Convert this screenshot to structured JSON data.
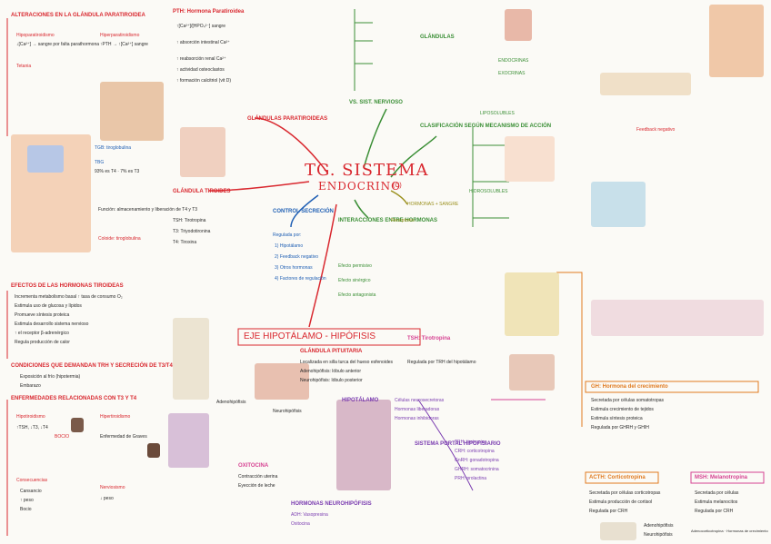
{
  "center": {
    "title": "TG. SISTEMA",
    "subtitle": "ENDOCRINO",
    "part": "(C)"
  },
  "left_col": {
    "alteraciones": "ALTERACIONES EN LA GLÁNDULA PARATIROIDEA",
    "hipoparatiroidismo": "Hipoparatiroidismo",
    "hiperparatiroidismo": "Hiperparatiroidismo",
    "hipo_detail": "↓[Ca²⁺] → sangre por falta parathormona",
    "hiper_detail": "↑PTH → ↑[Ca²⁺] sangre",
    "tetania": "Tetania",
    "efectos": "EFECTOS DE LAS HORMONAS TIROIDEAS",
    "efectos_items": [
      "Incrementa metabolismo basal ↑ tasa de consumo O₂",
      "Estimula uso de glucosa y lípidos",
      "Promueve síntesis proteica",
      "Estimula desarrollo sistema nervioso",
      "↑ el receptor β-adrenérgico",
      "Regula producción de calor"
    ],
    "condiciones": "CONDICIONES QUE DEMANDAN TRH Y SECRECIÓN DE T3/T4",
    "frio": "Exposición al frío (hipotermia)",
    "embarazo": "Embarazo",
    "enfermedades": "ENFERMEDADES RELACIONADAS CON T3 Y T4",
    "hipotiroidismo": "Hipotiroidismo",
    "hipertiroidismo": "Hipertiroidismo",
    "consecuencias": "Consecuencias",
    "cons_items": [
      "Cansancio",
      "↑ peso",
      "Bocio"
    ],
    "tsh_t3": "↑TSH, ↓T3, ↓T4",
    "bocio": "BOCIO",
    "graves": "Enfermedad de Graves",
    "nerv": "Nerviosismo",
    "peso_down": "↓ peso"
  },
  "tiroides": {
    "tgb_label": "TGB: tiroglobulina",
    "t4t3": "93% es T4 · 7% es T3",
    "tbg": "TBG",
    "glandula": "GLÁNDULA TIROIDES",
    "funcion": "Función: almacenamiento y liberación de T4 y T3",
    "coloide": "Coloide: tiroglobulina",
    "items": [
      "TSH: Tirotropina",
      "T3: Triyodotironina",
      "T4: Tiroxina"
    ]
  },
  "paratiroides": {
    "pth": "PTH: Hormona Paratiroidea",
    "items": [
      "↑[Ca²⁺]/[HPO₄²⁻] sangre",
      "↑ absorción intestinal Ca²⁺",
      "↑ reabsorción renal Ca²⁺",
      "↑ actividad osteoclastos",
      "↑ formación calcitriol (vit D)"
    ],
    "glandulas": "GLÁNDULAS PARATIROIDEAS"
  },
  "control": {
    "title": "CONTROL SECRECIÓN",
    "items": [
      "Regulada por:",
      "1) Hipotálamo",
      "2) Feedback negativo",
      "3) Otros hormonas",
      "4) Factores de regulación"
    ]
  },
  "interacciones": {
    "title": "INTERACCIONES ENTRE HORMONAS",
    "items": [
      "Efecto permisivo",
      "Efecto sinérgico",
      "Efecto antagonista"
    ]
  },
  "eje": {
    "title": "EJE HIPOTÁLAMO - HIPÓFISIS",
    "pituitaria": "GLÁNDULA PITUITARIA",
    "items": [
      "Localizada en silla turca del hueso esfenoides",
      "Adenohipófisis: lóbulo anterior",
      "Neurohipófisis: lóbulo posterior"
    ],
    "adenohipofisis": "Adenohipófisis",
    "neurohipofisis": "Neurohipófisis"
  },
  "hipotalamo": {
    "title": "HIPOTÁLAMO",
    "items": [
      "Células neurosecretoras",
      "Hormonas liberadoras",
      "Hormonas inhibidoras"
    ],
    "portal": "SISTEMA PORTAL HIPOFISIARIO",
    "list": [
      "TRH: tirotropina",
      "CRH: corticotropina",
      "GnRH: gonadotropina",
      "GHRH: somatocrinina",
      "PRH: prolactina"
    ]
  },
  "oxitocina": {
    "title": "OXITOCINA",
    "items": [
      "Contracción uterina",
      "Eyección de leche"
    ]
  },
  "hormonas_neuro": {
    "title": "HORMONAS NEUROHIPÓFISIS",
    "items": [
      "ADH: Vasopresina",
      "Oxitocina"
    ]
  },
  "right": {
    "tsh": "TSH: Tirotropina",
    "tsh_detail": "Regulada por TRH del hipotálamo",
    "gh": "GH: Hormona del crecimiento",
    "gh_items": [
      "Secretada por células somatotropas",
      "Estimula crecimiento de tejidos",
      "Estimula síntesis proteica",
      "Regulada por GHRH y GHIH"
    ],
    "acth": "ACTH: Corticotropina",
    "acth_items": [
      "Secretada por células corticotropas",
      "Estimula producción de cortisol",
      "Regulada por CRH"
    ],
    "msh": "MSH: Melanotropina",
    "msh_items": [
      "Secretada por células",
      "Estimula melanocitos",
      "Regulada por CRH"
    ],
    "clasificacion": "CLASIFICACIÓN SEGÚN MECANISMO DE ACCIÓN",
    "liposolubles": "LIPOSOLUBLES",
    "hidrosolubles": "HIDROSOLUBLES",
    "vs_nervioso": "VS. SIST. NERVIOSO",
    "hormonas_sangre": "HORMONAS + SANGRE",
    "receptores": "Receptores",
    "glandulas_exo": "GLÁNDULAS",
    "endocrinas": "ENDOCRINAS",
    "exocrinas": "EXOCRINAS",
    "feedback": "Feedback negativo"
  },
  "legend": {
    "adeno": "Adenohipófisis",
    "neuro": "Neurohipófisis",
    "aden_list": "Adenocorticotropina · Hormonas de crecimiento"
  },
  "colors": {
    "red": "#d9282f",
    "blue": "#1f5fb4",
    "green": "#3b8f36",
    "pink": "#d64292",
    "orange": "#e07a1f",
    "purple": "#7a3cb0"
  }
}
